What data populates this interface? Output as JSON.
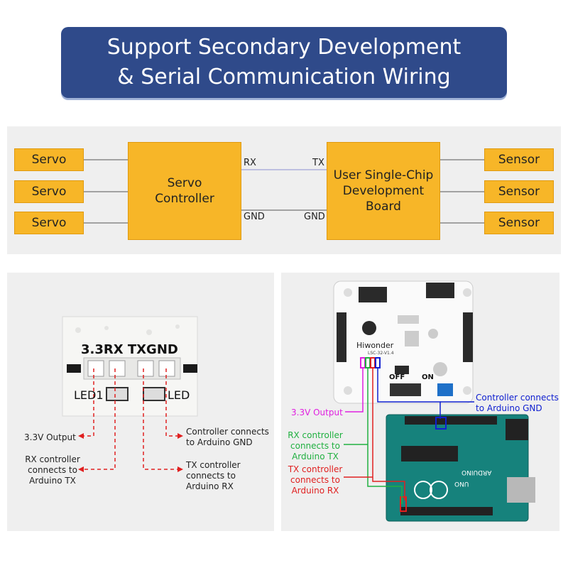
{
  "banner": {
    "line1": "Support Secondary Development",
    "line2": "& Serial Communication Wiring"
  },
  "block_diagram": {
    "servos": [
      "Servo",
      "Servo",
      "Servo"
    ],
    "controller": "Servo Controller",
    "board": "User Single-Chip Development Board",
    "sensors": [
      "Sensor",
      "Sensor",
      "Sensor"
    ],
    "pins": {
      "rx": "RX",
      "tx": "TX",
      "gnd_left": "GND",
      "gnd_right": "GND"
    }
  },
  "left_photo": {
    "pin_header": "3.3RX TXGND",
    "led1": "LED1",
    "led2": "LED",
    "labels": {
      "v33": "3.3V Output",
      "rx": "RX controller connects to Arduino TX",
      "tx": "TX controller connects to Arduino RX",
      "gnd": "Controller connects to Arduino GND"
    }
  },
  "right_photo": {
    "board_brand": "Hiwonder",
    "board_model": "LSC-32-V1.4",
    "off_label": "OFF",
    "on_label": "ON",
    "arduino_brand": "ARDUINO",
    "arduino_model": "UNO",
    "labels": {
      "v33": "3.3V Output",
      "rx": "RX controller connects to Arduino TX",
      "tx": "TX controller connects to Arduino RX",
      "gnd": "Controller connects to Arduino GND"
    },
    "colors": {
      "v33": "#e020e0",
      "rx": "#20b040",
      "tx": "#e02020",
      "gnd": "#1020d0"
    }
  }
}
